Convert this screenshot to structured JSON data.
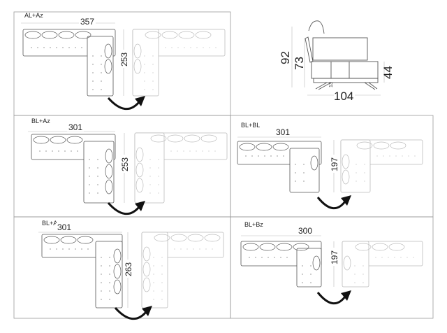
{
  "side_view": {
    "height_total": "92",
    "height_back": "73",
    "height_seat": "44",
    "depth": "104",
    "leg_height": "13"
  },
  "configurations": [
    {
      "label": "AL+Az",
      "width": "357",
      "depth": "253"
    },
    {
      "label": "BL+Az",
      "width": "301",
      "depth": "253"
    },
    {
      "label": "BL+BL",
      "width": "301",
      "depth": "197"
    },
    {
      "label": "BL+A",
      "width": "301",
      "depth": "263"
    },
    {
      "label": "BL+Bz",
      "width": "300",
      "depth": "197"
    }
  ],
  "colors": {
    "outline": "#555555",
    "outline_light": "#bbbbbb",
    "arrow": "#111111",
    "frame": "#999999"
  }
}
